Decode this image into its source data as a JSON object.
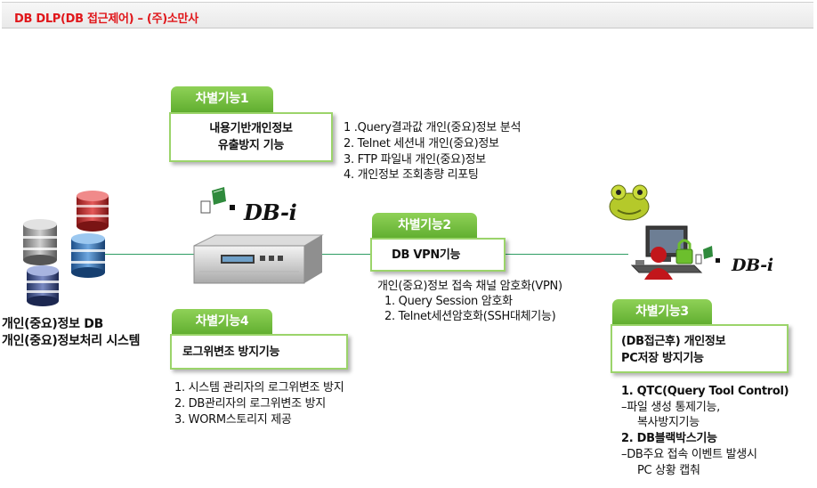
{
  "title": "DB DLP(DB 접근제어) – (주)소만사",
  "db_source": {
    "line1": "개인(중요)정보 DB",
    "line2": "개인(중요)정보처리 시스템"
  },
  "logo_text": "DB-i",
  "feature1": {
    "tab": "차별기능1",
    "box_line1": "내용기반개인정보",
    "box_line2": "유출방지 기능",
    "items": [
      "1 .Query결과값 개인(중요)정보 분석",
      "2. Telnet 세션내 개인(중요)정보",
      "3. FTP 파일내 개인(중요)정보",
      "4. 개인정보 조회총량 리포팅"
    ]
  },
  "feature2": {
    "tab": "차별기능2",
    "box_line1": "DB VPN기능",
    "items": [
      "개인(중요)정보 접속 채널 암호화(VPN)",
      "1. Query Session 암호화",
      "2. Telnet세션암호화(SSH대체기능)"
    ]
  },
  "feature3": {
    "tab": "차별기능3",
    "box_line1": "(DB접근후) 개인정보",
    "box_line2": "PC저장 방지기능",
    "items": [
      "1. QTC(Query Tool Control)",
      "–파일 생성 통제기능,",
      "복사방지기능",
      "2. DB블랙박스기능",
      "–DB주요 접속 이벤트 발생시",
      "PC 상황 캡춰"
    ]
  },
  "feature4": {
    "tab": "차별기능4",
    "box_line1": "로그위변조 방지기능",
    "items": [
      "1.  시스템 관리자의 로그위변조 방지",
      "2.  DB관리자의 로그위변조 방지",
      "3.  WORM스토리지 제공"
    ]
  }
}
